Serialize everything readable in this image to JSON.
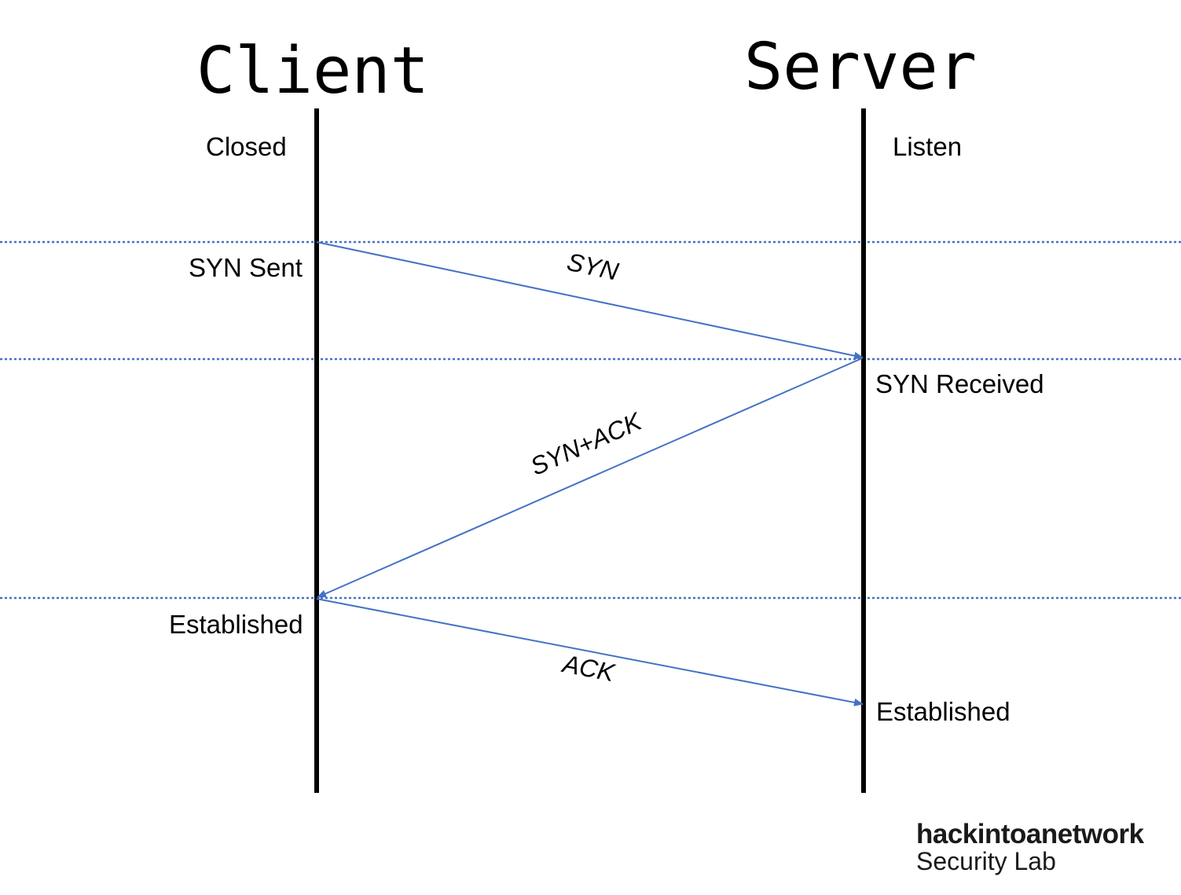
{
  "diagram": {
    "client": {
      "title": "Client",
      "states": {
        "initial": "Closed",
        "syn_sent": "SYN Sent",
        "established": "Established"
      }
    },
    "server": {
      "title": "Server",
      "states": {
        "initial": "Listen",
        "syn_received": "SYN Received",
        "established": "Established"
      }
    },
    "messages": {
      "syn": "SYN",
      "syn_ack": "SYN+ACK",
      "ack": "ACK"
    },
    "colors": {
      "arrow": "#4472c4",
      "separator": "#4472c4",
      "lifeline": "#000000"
    }
  },
  "brand": {
    "name": "hackintoanetwork",
    "subtitle": "Security Lab"
  }
}
